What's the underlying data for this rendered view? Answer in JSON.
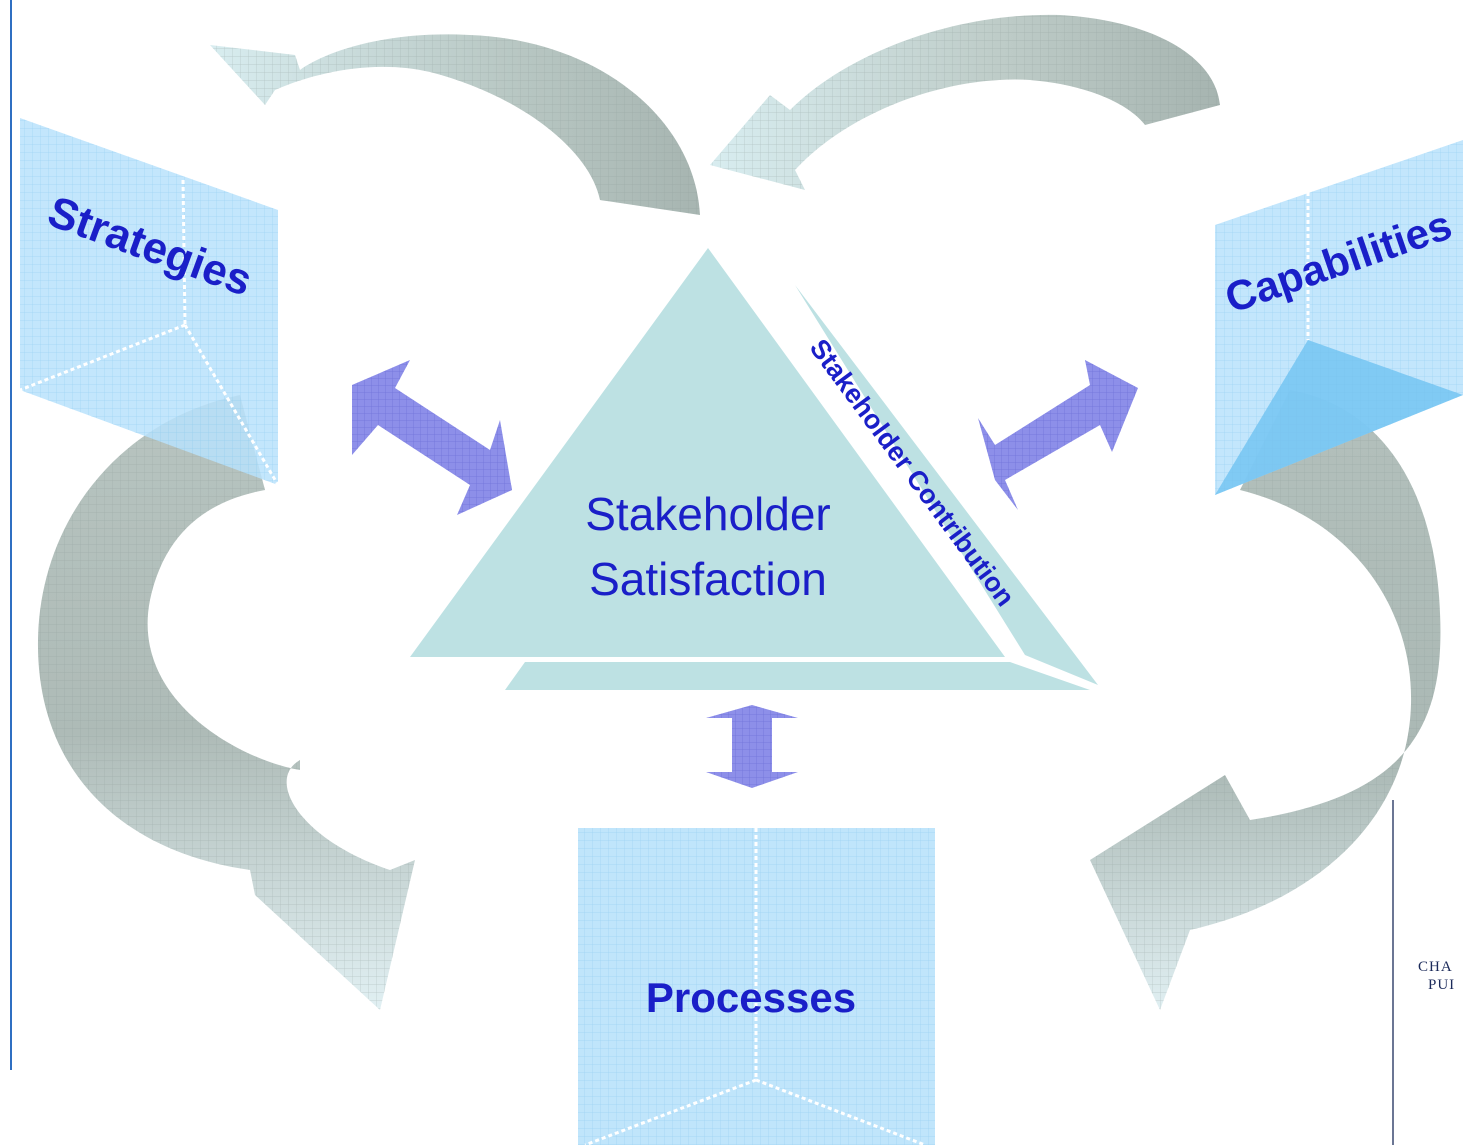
{
  "diagram": {
    "center_title_line1": "Stakeholder",
    "center_title_line2": "Satisfaction",
    "side_label": "Stakeholder Contribution",
    "strategies_label": "Strategies",
    "capabilities_label": "Capabilities",
    "processes_label": "Processes",
    "corner_text_line1": "CHA",
    "corner_text_line2": "PUI"
  },
  "colors": {
    "triangle": "#bde1e3",
    "box": "#b9e2fb",
    "box_grid": "#8ccbf1",
    "label": "#1a1fc8",
    "arrow_purple": "#8d8fe9",
    "arrow_grey": "#a9b7b3",
    "arrow_light": "#d6ecef",
    "frame_line": "#2f6fc2"
  }
}
